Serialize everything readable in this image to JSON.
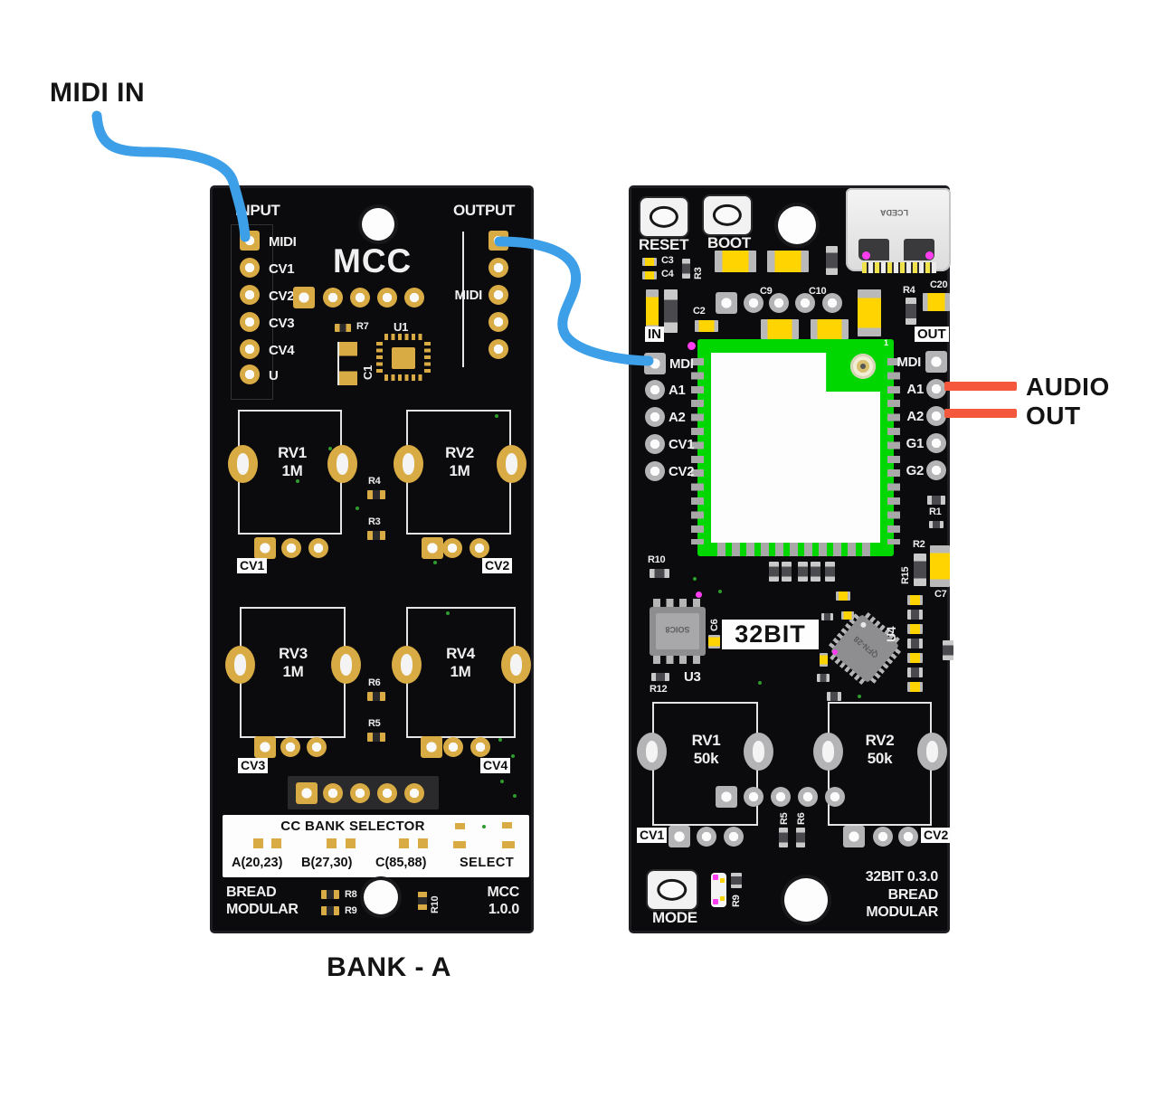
{
  "annotations": {
    "midi_in": "MIDI IN",
    "audio_line1": "AUDIO",
    "audio_line2": "OUT",
    "bank": "BANK - A"
  },
  "left_board": {
    "title": "MCC",
    "input_header": "INPUT",
    "output_header": "OUTPUT",
    "output_midi_label": "MIDI",
    "input_pins": [
      "MIDI",
      "CV1",
      "CV2",
      "CV3",
      "CV4",
      "U"
    ],
    "refs": {
      "r7": "R7",
      "u1": "U1",
      "c1": "C1",
      "r4": "R4",
      "r3": "R3",
      "r6": "R6",
      "r5": "R5",
      "r8": "R8",
      "r9": "R9",
      "r10": "R10"
    },
    "pots": [
      {
        "name": "RV1",
        "value": "1M"
      },
      {
        "name": "RV2",
        "value": "1M"
      },
      {
        "name": "RV3",
        "value": "1M"
      },
      {
        "name": "RV4",
        "value": "1M"
      }
    ],
    "cv_jacks": [
      "CV1",
      "CV2",
      "CV3",
      "CV4"
    ],
    "selector": {
      "title": "CC BANK SELECTOR",
      "opt_a": "A(20,23)",
      "opt_b": "B(27,30)",
      "opt_c": "C(85,88)",
      "opt_select": "SELECT"
    },
    "brand1": "BREAD",
    "brand2": "MODULAR",
    "model": "MCC",
    "version": "1.0.0"
  },
  "right_board": {
    "reset": "RESET",
    "boot": "BOOT",
    "mode": "MODE",
    "in_label": "IN",
    "out_label": "OUT",
    "left_pins": [
      "MDI",
      "A1",
      "A2",
      "CV1",
      "CV2"
    ],
    "right_pins": [
      "MDI",
      "A1",
      "A2",
      "G1",
      "G2"
    ],
    "refs": {
      "c3": "C3",
      "c4": "C4",
      "r3": "R3",
      "c2": "C2",
      "c9": "C9",
      "c10": "C10",
      "r4": "R4",
      "c20": "C20",
      "r1": "R1",
      "r2": "R2",
      "r15": "R15",
      "c7": "C7",
      "r10": "R10",
      "c6": "C6",
      "r12": "R12",
      "u3": "U3",
      "u4": "U4",
      "r5": "R5",
      "r6": "R6",
      "r9": "R9"
    },
    "chips": {
      "soic": "SOIC8",
      "qfn": "QFN-28",
      "badge": "32BIT",
      "pin1": "1"
    },
    "usb_text": "LCEDA",
    "pots": [
      {
        "name": "RV1",
        "value": "50k"
      },
      {
        "name": "RV2",
        "value": "50k"
      }
    ],
    "cv_jacks": [
      "CV1",
      "CV2"
    ],
    "footer_version": "32BIT 0.3.0",
    "brand1": "BREAD",
    "brand2": "MODULAR"
  },
  "colors": {
    "wire_blue": "#3D9FE8",
    "audio_orange": "#F4573B",
    "module_green": "#00D600",
    "pad_gold": "#D9AB45",
    "pad_silver": "#B9B9B9",
    "cap_yellow": "#FFD400"
  }
}
